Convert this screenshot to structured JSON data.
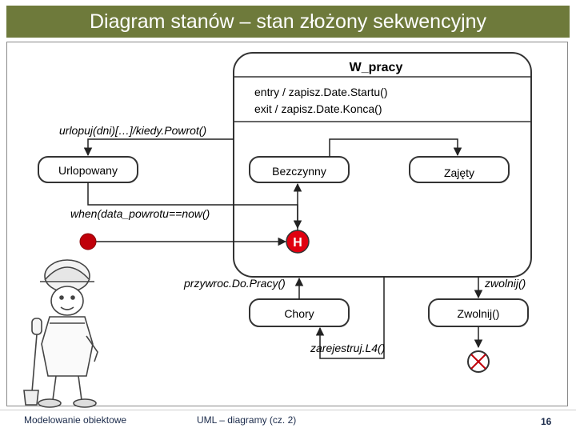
{
  "title": "Diagram stanów – stan złożony sekwencyjny",
  "composite": {
    "name": "W_pracy",
    "entry": "entry / zapisz.Date.Startu()",
    "exit": "exit / zapisz.Date.Konca()"
  },
  "states": {
    "urlopowany": "Urlopowany",
    "bezczynny": "Bezczynny",
    "zajety": "Zajęty",
    "chory": "Chory",
    "zwolnij": "Zwolnij()"
  },
  "history_label": "H",
  "transitions": {
    "urlopuj": "urlopuj(dni)[…]/kiedy.Powrot()",
    "when": "when(data_powrotu==now()",
    "przywroc": "przywroc.Do.Pracy()",
    "zwolnij": "zwolnij()",
    "zarejestruj": "zarejestruj.L4()"
  },
  "footer": {
    "left": "Modelowanie obiektowe",
    "center": "UML – diagramy (cz. 2)",
    "page": "16"
  },
  "colors": {
    "title_bg": "#6e7a3b",
    "initial": "#c0000a",
    "history_fill": "#e00010",
    "final_fill": "#c0000a"
  }
}
